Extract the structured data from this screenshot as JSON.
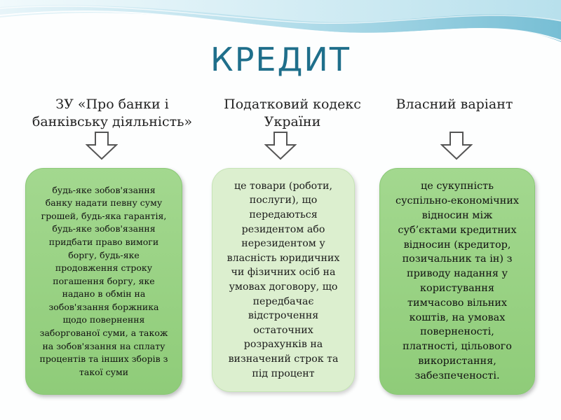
{
  "title": "КРЕДИТ",
  "columns": [
    {
      "heading_line1": "ЗУ «Про банки і",
      "heading_line2": "банківську діяльність»",
      "text": "будь-яке зобов'язання банку надати певну суму грошей, будь-яка гарантія, будь-яке зобов'язання придбати право вимоги боргу, будь-яке продовження строку погашення боргу, яке надано в обмін на зобов'язання боржника щодо повернення заборгованої суми, а також на зобов'язання на сплату процентів та інших зборів з такої суми"
    },
    {
      "heading_line1": "Податковий кодекс",
      "heading_line2": "України",
      "text": "це  товари (роботи, послуги), що передаються резидентом або нерезидентом у власність юридичних чи фізичних осіб на умовах договору, що передбачає відстрочення остаточних розрахунків на визначений строк та під процент"
    },
    {
      "heading_line1": "Власний варіант",
      "heading_line2": "",
      "text": "це сукупність суспільно-економічних відносин між суб’єктами кредитних відносин (кредитор, позичальник та ін) з приводу надання у користування тимчасово вільних коштів, на умовах поверненості, платності, цільового використання, забезпеченості."
    }
  ],
  "colors": {
    "title": "#1f6f8b",
    "box_green": "#96d080",
    "box_light": "#dcefcf",
    "wave_blue": "#7fc4d8"
  },
  "icons": [
    "down-arrow-icon"
  ]
}
